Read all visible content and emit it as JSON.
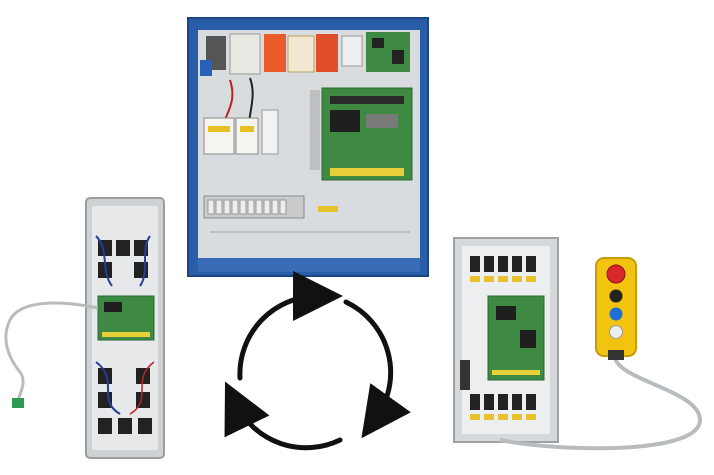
{
  "scene": {
    "description_colors": {
      "cabinet_blue": "#2a5da8",
      "cabinet_inner": "#d9dcdf",
      "pcb_green": "#3e8a43",
      "panel_gray": "#cfd2d4",
      "arrow_black": "#111111",
      "pendant_yellow": "#f2c40f",
      "estop_red": "#d8282c",
      "cable_gray": "#b8bcbf"
    },
    "items": [
      {
        "name": "control-cabinet"
      },
      {
        "name": "car-top-box"
      },
      {
        "name": "inspection-unit"
      },
      {
        "name": "pendant-station"
      },
      {
        "name": "cycle-arrows"
      }
    ]
  }
}
